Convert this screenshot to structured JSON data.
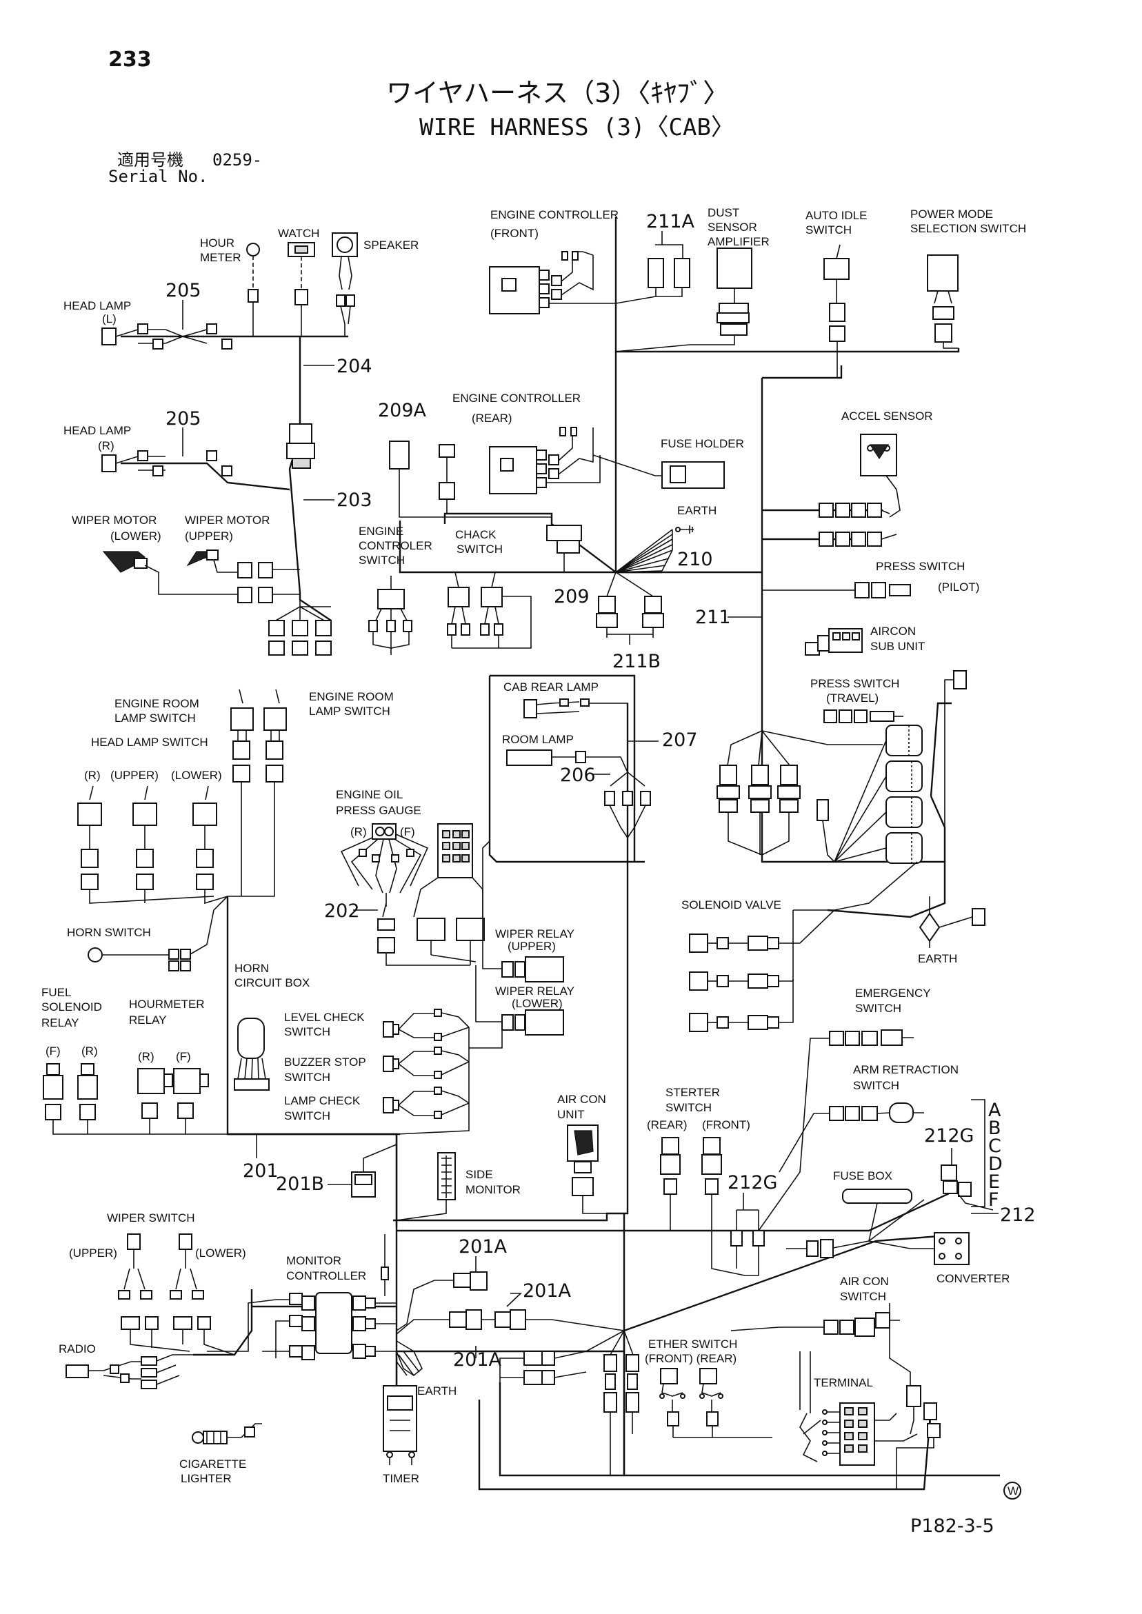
{
  "header": {
    "page_number": "233",
    "title_jp": "ワイヤハーネス（3）〈ｷﾔﾌﾞ〉",
    "title_en": "WIRE HARNESS (3)〈CAB〉",
    "serial_label_jp": "適用号機",
    "serial_value": "0259-",
    "serial_label_en": "Serial No."
  },
  "components": {
    "hour_meter": [
      "HOUR",
      "METER"
    ],
    "watch": "WATCH",
    "speaker": "SPEAKER",
    "head_lamp_l": [
      "HEAD LAMP",
      "(L)"
    ],
    "head_lamp_r": [
      "HEAD LAMP",
      "(R)"
    ],
    "wiper_motor_lower": [
      "WIPER MOTOR",
      "(LOWER)"
    ],
    "wiper_motor_upper": [
      "WIPER MOTOR",
      "(UPPER)"
    ],
    "engine_controller_front": [
      "ENGINE CONTROLLER",
      "(FRONT)"
    ],
    "engine_controller_rear": [
      "ENGINE CONTROLLER",
      "(REAR)"
    ],
    "dust_sensor_amplifier": [
      "DUST",
      "SENSOR",
      "AMPLIFIER"
    ],
    "auto_idle_switch": [
      "AUTO IDLE",
      "SWITCH"
    ],
    "power_mode_selection_switch": [
      "POWER MODE",
      "SELECTION SWITCH"
    ],
    "fuse_holder": "FUSE HOLDER",
    "accel_sensor": "ACCEL SENSOR",
    "earth": "EARTH",
    "engine_controler_switch": [
      "ENGINE",
      "CONTROLER",
      "SWITCH"
    ],
    "chack_switch": [
      "CHACK",
      "SWITCH"
    ],
    "press_switch_pilot": [
      "PRESS SWITCH",
      "(PILOT)"
    ],
    "aircon_sub_unit": [
      "AIRCON",
      "SUB UNIT"
    ],
    "press_switch_travel": [
      "PRESS SWITCH",
      "(TRAVEL)"
    ],
    "engine_room_lamp_switch_l": [
      "ENGINE ROOM",
      "LAMP SWITCH"
    ],
    "engine_room_lamp_switch_r": [
      "ENGINE ROOM",
      "LAMP SWITCH"
    ],
    "head_lamp_switch": "HEAD LAMP SWITCH",
    "head_lamp_switch_sub": [
      "(R)",
      "(UPPER)",
      "(LOWER)"
    ],
    "cab_rear_lamp": "CAB REAR LAMP",
    "room_lamp": "ROOM LAMP",
    "engine_oil_press_gauge": [
      "ENGINE OIL",
      "PRESS GAUGE"
    ],
    "gauge_rf": [
      "(R)",
      "(F)"
    ],
    "solenoid_valve": "SOLENOID VALVE",
    "horn_switch": "HORN SWITCH",
    "wiper_relay_upper": [
      "WIPER RELAY",
      "(UPPER)"
    ],
    "wiper_relay_lower": [
      "WIPER RELAY",
      "(LOWER)"
    ],
    "horn_circuit_box": [
      "HORN",
      "CIRCUIT BOX"
    ],
    "fuel_solenoid_relay": [
      "FUEL",
      "SOLENOID",
      "RELAY"
    ],
    "hourmeter_relay": [
      "HOURMETER",
      "RELAY"
    ],
    "relay_fr": [
      "(F)",
      "(R)"
    ],
    "relay_rf": [
      "(R)",
      "(F)"
    ],
    "level_check_switch": [
      "LEVEL CHECK",
      "SWITCH"
    ],
    "buzzer_stop_switch": [
      "BUZZER STOP",
      "SWITCH"
    ],
    "lamp_check_switch": [
      "LAMP CHECK",
      "SWITCH"
    ],
    "air_con_unit": [
      "AIR CON",
      "UNIT"
    ],
    "emergency_switch": [
      "EMERGENCY",
      "SWITCH"
    ],
    "arm_retraction_switch": [
      "ARM RETRACTION",
      "SWITCH"
    ],
    "sterter_switch": [
      "STERTER",
      "SWITCH"
    ],
    "sterter_sub": [
      "(REAR)",
      "(FRONT)"
    ],
    "side_monitor": [
      "SIDE",
      "MONITOR"
    ],
    "fuse_box": "FUSE BOX",
    "wiper_switch": "WIPER SWITCH",
    "wiper_switch_sub": [
      "(UPPER)",
      "(LOWER)"
    ],
    "monitor_controller": [
      "MONITOR",
      "CONTROLLER"
    ],
    "air_con_switch": [
      "AIR CON",
      "SWITCH"
    ],
    "converter": "CONVERTER",
    "radio": "RADIO",
    "ether_switch": [
      "ETHER SWITCH",
      "(FRONT)  (REAR)"
    ],
    "terminal": "TERMINAL",
    "cigarette_lighter": [
      "CIGARETTE",
      "LIGHTER"
    ],
    "timer": "TIMER"
  },
  "callouts": {
    "c205a": "205",
    "c205b": "205",
    "c204": "204",
    "c203": "203",
    "c209a": "209A",
    "c209": "209",
    "c210": "210",
    "c211": "211",
    "c211a": "211A",
    "c211b": "211B",
    "c207": "207",
    "c206": "206",
    "c202": "202",
    "c201": "201",
    "c201b": "201B",
    "c201a_1": "201A",
    "c201a_2": "201A",
    "c201a_3": "201A",
    "c212g_1": "212G",
    "c212g_2": "212G",
    "c212": "212"
  },
  "connector_letters": [
    "A",
    "B",
    "C",
    "D",
    "E",
    "F"
  ],
  "footer": {
    "symbol": "W",
    "figure_code": "P182-3-5"
  }
}
